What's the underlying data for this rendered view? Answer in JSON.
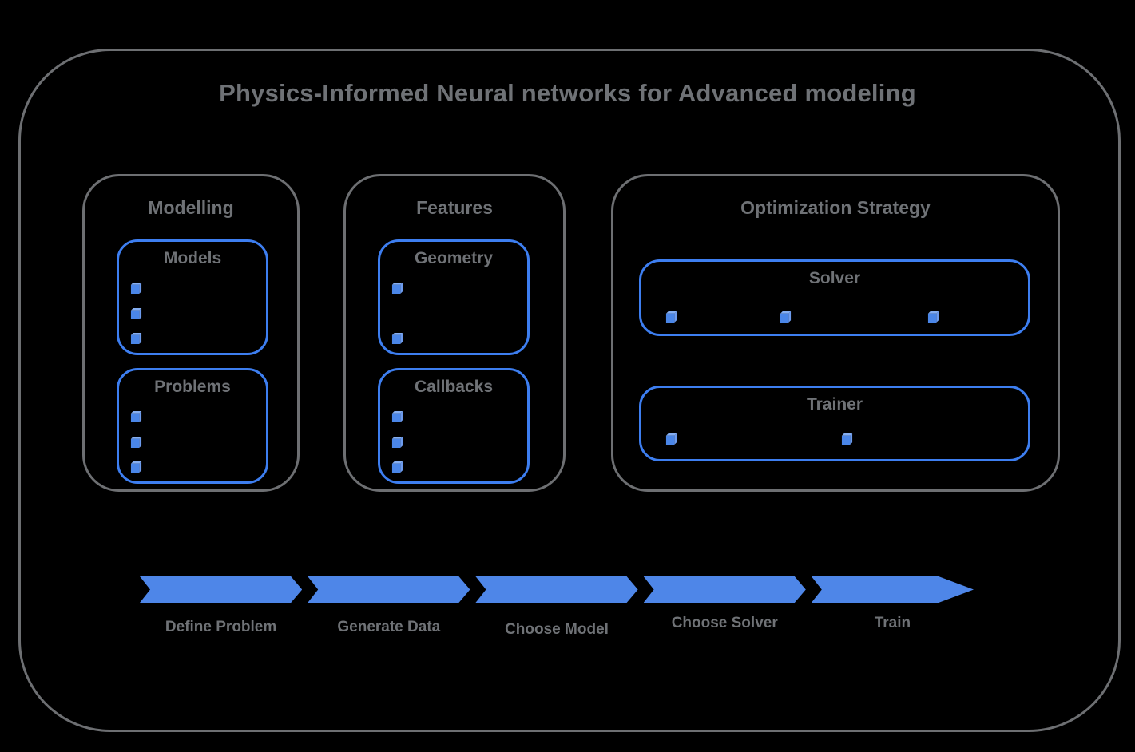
{
  "title": "Physics-Informed Neural networks for Advanced modeling",
  "sections": [
    {
      "label": "Modelling",
      "groups": [
        {
          "label": "Models",
          "bullet_count": 3
        },
        {
          "label": "Problems",
          "bullet_count": 3
        }
      ]
    },
    {
      "label": "Features",
      "groups": [
        {
          "label": "Geometry",
          "bullet_count": 2
        },
        {
          "label": "Callbacks",
          "bullet_count": 3
        }
      ]
    },
    {
      "label": "Optimization Strategy",
      "groups": [
        {
          "label": "Solver",
          "bullet_count": 3
        },
        {
          "label": "Trainer",
          "bullet_count": 2
        }
      ]
    }
  ],
  "pipeline": {
    "steps": [
      {
        "label": "Define Problem"
      },
      {
        "label": "Generate Data"
      },
      {
        "label": "Choose Model"
      },
      {
        "label": "Choose Solver"
      },
      {
        "label": "Train"
      }
    ]
  },
  "icons": {
    "bullet": "cube-icon"
  },
  "colors": {
    "background": "#000000",
    "gray_outline": "#6d6f72",
    "gray_text": "#6f7276",
    "blue_box_border": "#3d7ef0",
    "blue_arrow": "#4e86e8",
    "blue_cube_front": "#4a86e8",
    "blue_cube_top": "#84aef2",
    "blue_cube_side": "#6d9bee"
  }
}
